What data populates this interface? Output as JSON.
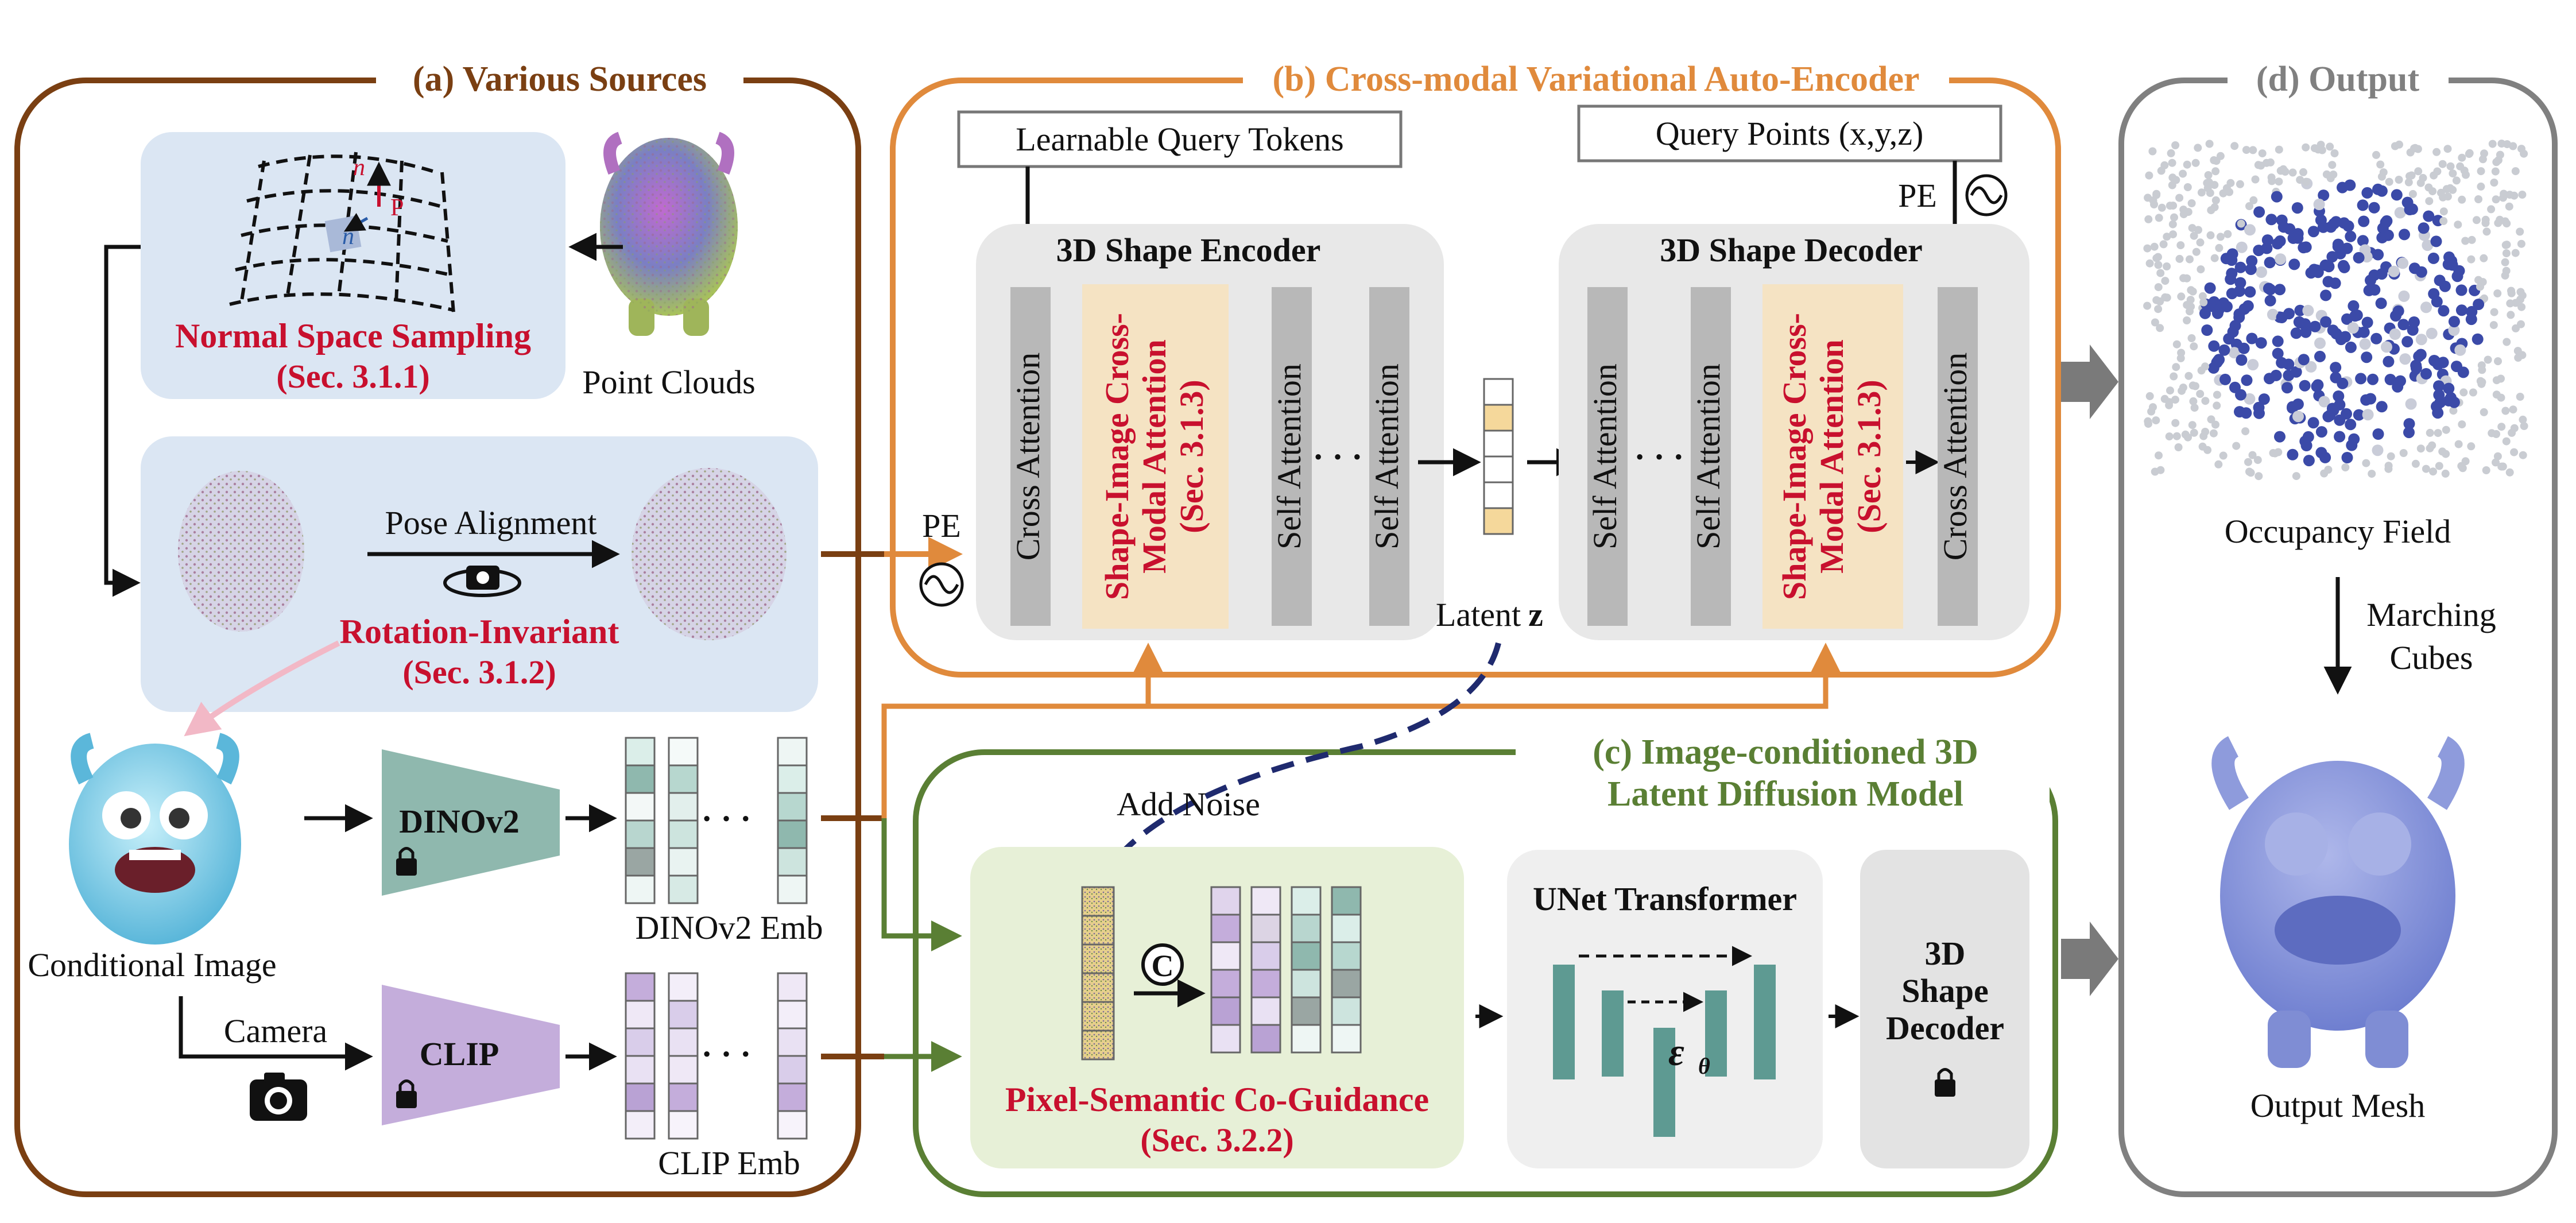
{
  "panels": {
    "a": {
      "title": "(a) Various Sources",
      "color": "#7a3f12"
    },
    "b": {
      "title": "(b) Cross-modal Variational Auto-Encoder",
      "color": "#e08a3c"
    },
    "c": {
      "title_line1": "(c) Image-conditioned 3D",
      "title_line2": "Latent Diffusion Model",
      "color": "#5a7f34"
    },
    "d": {
      "title": "(d) Output",
      "color": "#808080"
    }
  },
  "sources": {
    "normal_sampling_title": "Normal Space Sampling",
    "normal_sampling_sec": "(Sec. 3.1.1)",
    "point_clouds": "Point Clouds",
    "pose_alignment": "Pose Alignment",
    "rotation_invariant_title": "Rotation-Invariant",
    "rotation_invariant_sec": "(Sec. 3.1.2)",
    "conditional_image": "Conditional Image",
    "camera": "Camera",
    "dinov2": "DINOv2",
    "clip": "CLIP",
    "dinov2_emb": "DINOv2 Emb",
    "clip_emb": "CLIP Emb",
    "normal_label_n": "n",
    "normal_label_nk": "n",
    "normal_label_pk": "P"
  },
  "vae": {
    "learnable_query_tokens": "Learnable Query Tokens",
    "query_points": "Query Points (x,y,z)",
    "pe": "PE",
    "encoder_title": "3D Shape Encoder",
    "decoder_title": "3D Shape Decoder",
    "cross_attention": "Cross Attention",
    "self_attention": "Self Attention",
    "shape_image_line1": "Shape-Image Cross-",
    "shape_image_line2": "Modal Attention",
    "shape_image_sec": "(Sec. 3.1.3)",
    "ellipsis": "· · ·",
    "latent": "Latent",
    "latent_z": "z"
  },
  "diffusion": {
    "add_noise": "Add Noise",
    "pixel_semantic_title": "Pixel-Semantic Co-Guidance",
    "pixel_semantic_sec": "(Sec. 3.2.2)",
    "concat_symbol": "C",
    "unet_title": "UNet Transformer",
    "epsilon": "ε",
    "epsilon_sub": "θ",
    "decoder_line1": "3D",
    "decoder_line2": "Shape",
    "decoder_line3": "Decoder"
  },
  "output": {
    "occupancy_field": "Occupancy Field",
    "marching_line1": "Marching",
    "marching_line2": "Cubes",
    "output_mesh": "Output Mesh"
  },
  "colors": {
    "light_blue_panel": "#dbe6f3",
    "light_green_panel": "#e7f0d7",
    "gray_block": "#e8e8e8",
    "bar_gray": "#b8b8b8",
    "shape_image_fill": "#f5e3c3",
    "red_text": "#c8102e",
    "dino_teal": "#8fb8ae",
    "clip_purple": "#c4addb",
    "unet_teal": "#5e9a92",
    "mesh_blue": "#8e9bdc",
    "occupancy_blue": "#3b4aa8"
  }
}
